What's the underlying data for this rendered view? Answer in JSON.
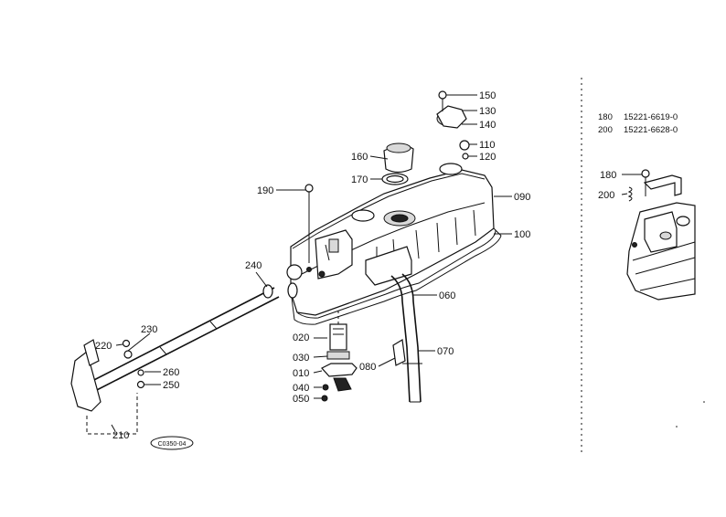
{
  "diagram_code": "C0350-04",
  "labels": {
    "p150": "150",
    "p130": "130",
    "p140": "140",
    "p110": "110",
    "p120": "120",
    "p160": "160",
    "p170": "170",
    "p190": "190",
    "p090": "090",
    "p100": "100",
    "p240": "240",
    "p060": "060",
    "p230": "230",
    "p220": "220",
    "p020": "020",
    "p030": "030",
    "p010": "010",
    "p040": "040",
    "p050": "050",
    "p070": "070",
    "p080": "080",
    "p260": "260",
    "p250": "250",
    "p210": "210",
    "p180": "180",
    "p200": "200"
  },
  "parts_table": [
    {
      "ref": "180",
      "part_no": "15221-6619-0"
    },
    {
      "ref": "200",
      "part_no": "15221-6628-0"
    }
  ]
}
